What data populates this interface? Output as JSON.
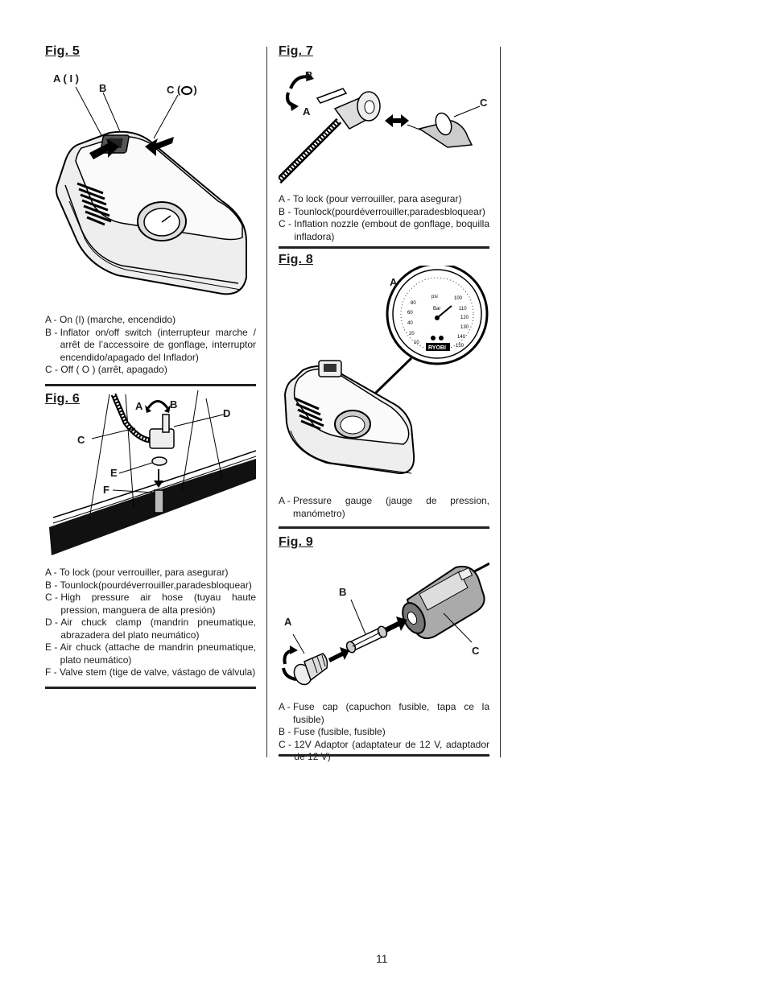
{
  "fig5": {
    "title": "Fig. 5",
    "callouts": {
      "a": "A ( I )",
      "b": "B",
      "c": "C (",
      "c_end": ")"
    },
    "legend": [
      {
        "key": "A - ",
        "text": "On (I) (marche, encendido)"
      },
      {
        "key": "B - ",
        "text": "Inflator on/off switch (interrupteur marche / arrêt de l’accessoire de gonflage, interruptor encendido/apagado del Inflador)"
      },
      {
        "key": "C - ",
        "text": "Off ( O ) (arrêt, apagado)"
      }
    ]
  },
  "fig6": {
    "title": "Fig. 6",
    "callouts": {
      "a": "A",
      "b": "B",
      "c": "C",
      "d": "D",
      "e": "E",
      "f": "F"
    },
    "legend": [
      {
        "key": "A - ",
        "text": "To lock (pour verrouiller, para asegurar)"
      },
      {
        "key": "B - ",
        "text": "Tounlock(pourdéverrouiller,paradesbloquear)"
      },
      {
        "key": "C - ",
        "text": "High pressure air hose (tuyau haute pression, manguera de alta presión)"
      },
      {
        "key": "D - ",
        "text": "Air chuck clamp (mandrin pneumatique, abrazadera del plato neumático)"
      },
      {
        "key": "E - ",
        "text": "Air chuck (attache de mandrin pneumatique, plato neumático)"
      },
      {
        "key": "F - ",
        "text": "Valve stem (tige de valve, vástago de válvula)"
      }
    ]
  },
  "fig7": {
    "title": "Fig. 7",
    "callouts": {
      "a": "A",
      "b": "B",
      "c": "C"
    },
    "legend": [
      {
        "key": "A - ",
        "text": "To lock (pour verrouiller, para asegurar)"
      },
      {
        "key": "B - ",
        "text": "Tounlock(pourdéverrouiller,paradesbloquear)"
      },
      {
        "key": "C - ",
        "text": "Inflation nozzle (embout de gonflage, boquilla infladora)"
      }
    ]
  },
  "fig8": {
    "title": "Fig. 8",
    "callouts": {
      "a": "A"
    },
    "gauge": {
      "brand": "RYOBI",
      "unit_psi": "psi",
      "unit_bar": "Bar"
    },
    "legend": [
      {
        "key": "A - ",
        "text": "Pressure gauge (jauge de pression, manómetro)"
      }
    ]
  },
  "fig9": {
    "title": "Fig. 9",
    "callouts": {
      "a": "A",
      "b": "B",
      "c": "C"
    },
    "legend": [
      {
        "key": "A - ",
        "text": "Fuse cap (capuchon fusible, tapa ce la fusible)"
      },
      {
        "key": "B - ",
        "text": "Fuse (fusible, fusible)"
      },
      {
        "key": "C - ",
        "text": "12V Adaptor (adaptateur de 12 V, adaptador de 12 V)"
      }
    ]
  },
  "page_number": "11"
}
